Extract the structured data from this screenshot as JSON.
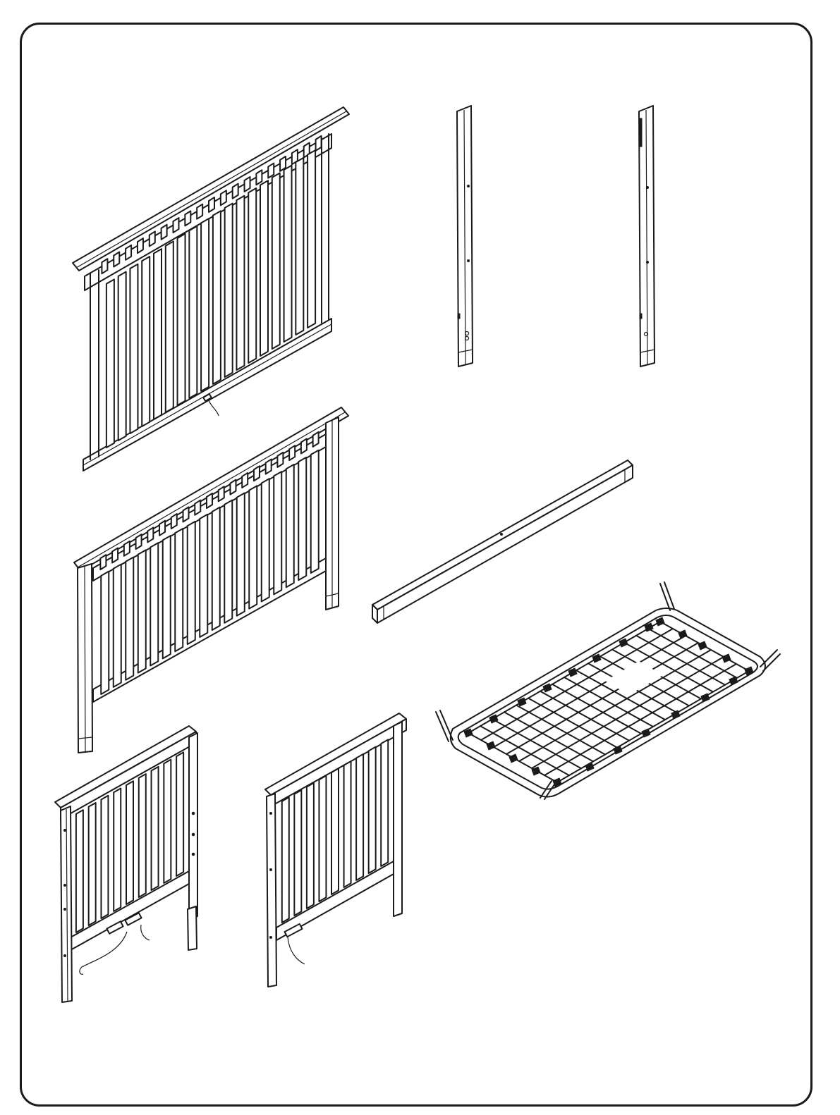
{
  "page": {
    "kind": "parts-overview",
    "line_color": "#1a1a1a",
    "background": "#ffffff"
  },
  "parts": [
    {
      "id": "front-rail",
      "icon": "crib-rail-icon"
    },
    {
      "id": "left-post",
      "icon": "post-icon"
    },
    {
      "id": "right-post",
      "icon": "post-icon"
    },
    {
      "id": "headboard",
      "icon": "crib-headboard-icon"
    },
    {
      "id": "stabilizer-bar",
      "icon": "bar-icon"
    },
    {
      "id": "mattress-support",
      "icon": "spring-frame-icon"
    },
    {
      "id": "left-side-panel",
      "icon": "side-panel-icon"
    },
    {
      "id": "right-side-panel",
      "icon": "side-panel-icon"
    }
  ]
}
